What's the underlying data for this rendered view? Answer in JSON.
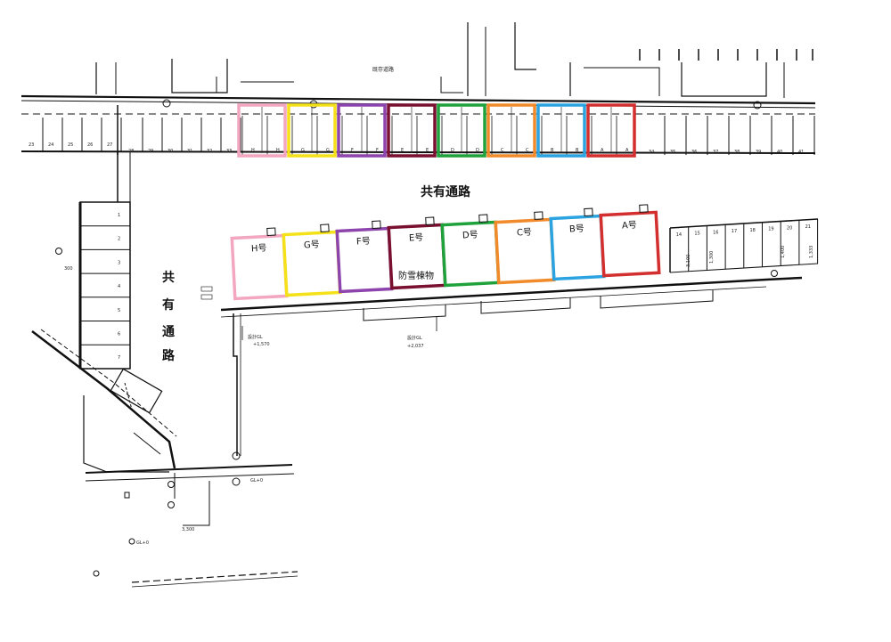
{
  "labels": {
    "road_top": "共有通路",
    "road_left": [
      "共",
      "有",
      "通",
      "路"
    ],
    "garbage": "防雪棟物",
    "top_street": "既存道路",
    "dim_300": "300",
    "dim_3300": "3,300",
    "dim_3100": "3,100",
    "dim_mid_1": "1,300",
    "dim_mid_2": "1,400",
    "dim_mid_3": "1,333",
    "level_left_title": "設計GL",
    "level_left_value": "+1,570",
    "level_mid_title": "設計GL",
    "level_mid_value": "+2,037",
    "spot_left_1": "GL+0",
    "spot_left_2": "GL+0"
  },
  "units": [
    {
      "label": "H号",
      "color": "#f2a6c0"
    },
    {
      "label": "G号",
      "color": "#f5e11a"
    },
    {
      "label": "F号",
      "color": "#8e44ad"
    },
    {
      "label": "E号",
      "color": "#7a1030"
    },
    {
      "label": "D号",
      "color": "#1fa23c"
    },
    {
      "label": "C号",
      "color": "#f08a2a"
    },
    {
      "label": "B号",
      "color": "#2aa3e0"
    },
    {
      "label": "A号",
      "color": "#d32f2f"
    }
  ],
  "parking_top_left": [
    "23",
    "24",
    "25",
    "26",
    "27"
  ],
  "parking_top_mid": [
    "28",
    "29",
    "30",
    "31",
    "32",
    "33"
  ],
  "parking_top_tags": [
    "H",
    "H",
    "G",
    "G",
    "F",
    "F",
    "E",
    "E",
    "D",
    "D",
    "C",
    "C",
    "B",
    "B",
    "A",
    "A"
  ],
  "parking_top_right": [
    "34",
    "35",
    "36",
    "37",
    "38",
    "39",
    "40",
    "41"
  ],
  "parking_right_block": [
    "14",
    "15",
    "16",
    "17",
    "18",
    "19",
    "20",
    "21"
  ],
  "parking_left_column": [
    "1",
    "2",
    "3",
    "4",
    "5",
    "6",
    "7"
  ]
}
